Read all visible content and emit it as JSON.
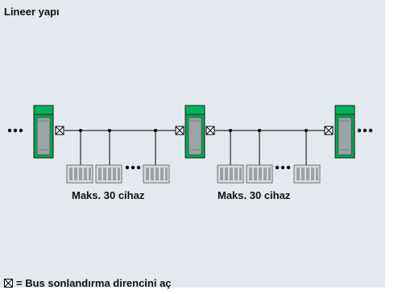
{
  "title": "Lineer yapı",
  "segments": [
    {
      "caption": "Maks. 30 cihaz"
    },
    {
      "caption": "Maks. 30 cihaz"
    }
  ],
  "legend": {
    "symbol": "terminating-resistor-symbol",
    "text": "= Bus sonlandırma direncini aç"
  },
  "colors": {
    "background": "#e3e9ef",
    "module_green": "#00a651",
    "module_body": "#9aa3a5",
    "line": "#000000"
  }
}
